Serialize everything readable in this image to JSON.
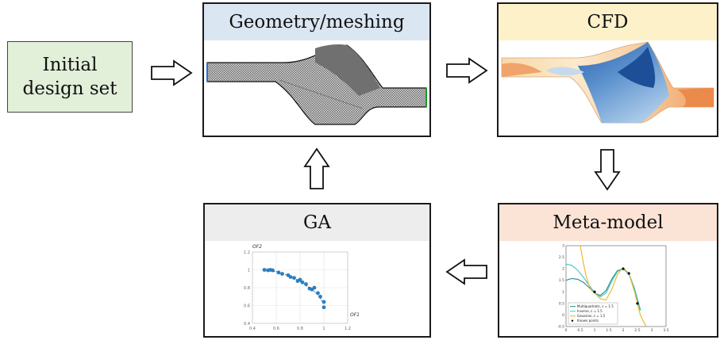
{
  "initial": {
    "line1": "Initial",
    "line2": "design set"
  },
  "geometry": {
    "title": "Geometry/meshing",
    "header_color": "#dae6f2"
  },
  "cfd": {
    "title": "CFD",
    "header_color": "#fdf1c9"
  },
  "metamodel": {
    "title": "Meta-model",
    "header_color": "#fbe3d5",
    "chart_data": {
      "type": "line",
      "xlim": [
        0,
        3.5
      ],
      "ylim": [
        -0.5,
        3
      ],
      "x_ticks": [
        "0",
        "0.5",
        "1",
        "1.5",
        "2",
        "2.5",
        "3",
        "3.5"
      ],
      "y_ticks": [
        "-0.5",
        "0",
        "0.5",
        "1",
        "1.5",
        "2",
        "2.5",
        "3"
      ],
      "series": [
        {
          "name": "Multiquadratic, ε = 1.5",
          "color": "#1f8a8a",
          "x": [
            0,
            0.2,
            0.4,
            0.6,
            0.8,
            1.0,
            1.2,
            1.4,
            1.6,
            1.8,
            2.0,
            2.2,
            2.4,
            2.6
          ],
          "y": [
            1.5,
            1.58,
            1.55,
            1.42,
            1.2,
            0.95,
            0.85,
            1.05,
            1.55,
            1.92,
            2.0,
            1.78,
            1.1,
            0.2
          ]
        },
        {
          "name": "Inverse, ε = 1.5",
          "color": "#3ec6c6",
          "x": [
            0,
            0.2,
            0.4,
            0.6,
            0.8,
            1.0,
            1.2,
            1.4,
            1.6,
            1.8,
            2.0,
            2.2,
            2.4,
            2.6
          ],
          "y": [
            2.2,
            2.15,
            1.95,
            1.65,
            1.3,
            0.98,
            0.78,
            0.95,
            1.45,
            1.88,
            2.02,
            1.8,
            1.15,
            0.25
          ]
        },
        {
          "name": "Gaussian, ε = 1.5",
          "color": "#f0b21e",
          "x": [
            0.5,
            0.6,
            0.7,
            0.8,
            0.9,
            1.0,
            1.2,
            1.4,
            1.6,
            1.8,
            2.0,
            2.2,
            2.4,
            2.6,
            2.8
          ],
          "y": [
            3.0,
            2.3,
            1.7,
            1.3,
            1.05,
            0.95,
            0.7,
            0.65,
            1.1,
            1.75,
            2.05,
            1.8,
            1.0,
            0.0,
            -0.5
          ]
        }
      ],
      "known_points": {
        "name": "Known points",
        "x": [
          1.0,
          2.0,
          2.2,
          2.5
        ],
        "y": [
          1.0,
          2.0,
          1.8,
          0.5
        ]
      }
    }
  },
  "ga": {
    "title": "GA",
    "header_color": "#ededed",
    "chart_data": {
      "type": "scatter",
      "xlabel": "OF1",
      "ylabel": "OF2",
      "xlim": [
        0.4,
        1.2
      ],
      "ylim": [
        0.4,
        1.2
      ],
      "x_ticks": [
        "0.4",
        "0.6",
        "0.8",
        "1",
        "1.2"
      ],
      "y_ticks": [
        "0.4",
        "0.6",
        "0.8",
        "1",
        "1.2"
      ],
      "points": {
        "x": [
          0.5,
          0.53,
          0.55,
          0.57,
          0.62,
          0.65,
          0.7,
          0.72,
          0.75,
          0.78,
          0.8,
          0.82,
          0.85,
          0.88,
          0.9,
          0.92,
          0.95,
          0.97,
          1.0,
          1.0
        ],
        "y": [
          1.0,
          0.995,
          1.0,
          0.995,
          0.97,
          0.955,
          0.94,
          0.92,
          0.91,
          0.875,
          0.89,
          0.86,
          0.84,
          0.79,
          0.78,
          0.8,
          0.74,
          0.7,
          0.64,
          0.58
        ]
      },
      "front": {
        "x": [
          0.5,
          0.6,
          0.7,
          0.8,
          0.9,
          0.95,
          1.0
        ],
        "y": [
          1.0,
          0.98,
          0.94,
          0.87,
          0.78,
          0.72,
          0.62
        ]
      }
    }
  }
}
